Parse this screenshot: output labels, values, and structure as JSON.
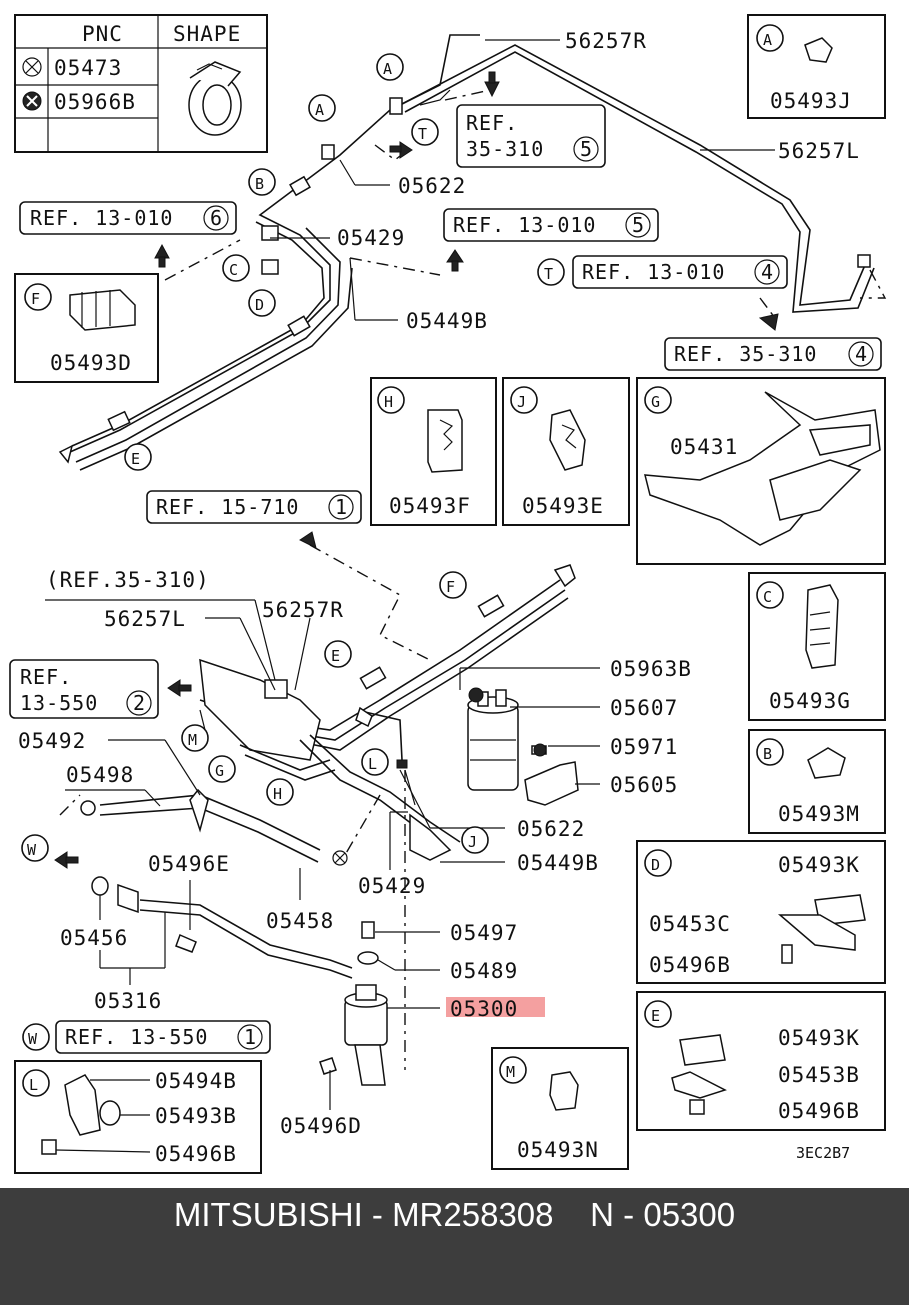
{
  "table": {
    "headers": [
      "PNC",
      "SHAPE"
    ],
    "rows": [
      {
        "symbol": "circle-x",
        "pnc": "05473"
      },
      {
        "symbol": "circle-filled",
        "pnc": "05966B"
      }
    ]
  },
  "callout_letters": [
    "A",
    "A",
    "B",
    "C",
    "D",
    "E",
    "F",
    "E",
    "G",
    "H",
    "L",
    "M",
    "J",
    "T",
    "T",
    "W",
    "W"
  ],
  "inset_letters": {
    "a": "A",
    "c": "C",
    "b": "B",
    "d": "D",
    "e": "E",
    "f": "F",
    "g": "G",
    "h": "H",
    "j": "J",
    "l": "L",
    "m": "M"
  },
  "labels": {
    "p56257R": "56257R",
    "p56257L": "56257L",
    "p05622a": "05622",
    "p05429a": "05429",
    "p05449Ba": "05449B",
    "p05493J": "05493J",
    "p05493D": "05493D",
    "p05493F": "05493F",
    "p05493E": "05493E",
    "p05431": "05431",
    "p05493G": "05493G",
    "p05493M": "05493M",
    "p05493Ka": "05493K",
    "p05453C": "05453C",
    "p05496Ba": "05496B",
    "p05493Kb": "05493K",
    "p05453B": "05453B",
    "p05496Bb": "05496B",
    "p05493N": "05493N",
    "p05494B": "05494B",
    "p05493B": "05493B",
    "p05496Bc": "05496B",
    "p56257Lb": "56257L",
    "p56257Rb": "56257R",
    "ref35310p": "(REF.35-310)",
    "p05963B": "05963B",
    "p05607": "05607",
    "p05971": "05971",
    "p05605": "05605",
    "p05622b": "05622",
    "p05449Bb": "05449B",
    "p05429b": "05429",
    "p05492": "05492",
    "p05498": "05498",
    "p05496E": "05496E",
    "p05456": "05456",
    "p05458": "05458",
    "p05316": "05316",
    "p05497": "05497",
    "p05489": "05489",
    "p05300": "05300",
    "p05496D": "05496D",
    "code": "3EC2B7"
  },
  "refs": {
    "r35310_5": {
      "text": "REF.",
      "text2": "35-310",
      "num": "5"
    },
    "r13010_6": {
      "text": "REF. 13-010",
      "num": "6"
    },
    "r13010_5": {
      "text": "REF. 13-010",
      "num": "5"
    },
    "r13010_4": {
      "text": "REF. 13-010",
      "num": "4"
    },
    "r35310_4": {
      "text": "REF. 35-310",
      "num": "4"
    },
    "r15710_1": {
      "text": "REF. 15-710",
      "num": "1"
    },
    "r13550_2": {
      "text": "REF.",
      "text2": "13-550",
      "num": "2"
    },
    "r13550_1": {
      "text": "REF. 13-550",
      "num": "1"
    }
  },
  "highlight": {
    "part": "05300",
    "color": "#f4a0a0"
  },
  "footer": {
    "text": "MITSUBISHI - MR258308    N - 05300",
    "background": "#3d3d3d"
  }
}
